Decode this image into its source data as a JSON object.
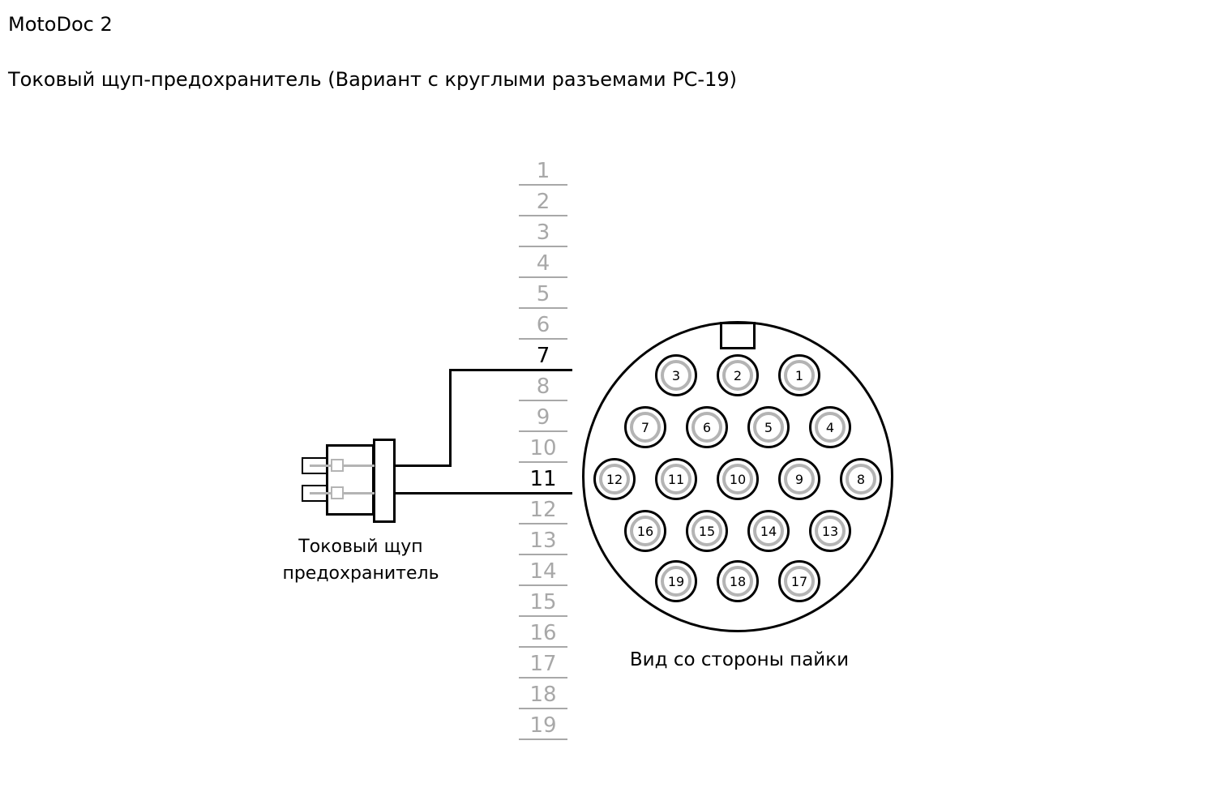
{
  "page": {
    "title": "MotoDoc 2",
    "subtitle": "Токовый щуп-предохранитель  (Вариант с круглыми разъемами РС-19)"
  },
  "wire_list": {
    "rows": [
      {
        "num": "1",
        "active": false
      },
      {
        "num": "2",
        "active": false
      },
      {
        "num": "3",
        "active": false
      },
      {
        "num": "4",
        "active": false
      },
      {
        "num": "5",
        "active": false
      },
      {
        "num": "6",
        "active": false
      },
      {
        "num": "7",
        "active": true
      },
      {
        "num": "8",
        "active": false
      },
      {
        "num": "9",
        "active": false
      },
      {
        "num": "10",
        "active": false
      },
      {
        "num": "11",
        "active": true
      },
      {
        "num": "12",
        "active": false
      },
      {
        "num": "13",
        "active": false
      },
      {
        "num": "14",
        "active": false
      },
      {
        "num": "15",
        "active": false
      },
      {
        "num": "16",
        "active": false
      },
      {
        "num": "17",
        "active": false
      },
      {
        "num": "18",
        "active": false
      },
      {
        "num": "19",
        "active": false
      }
    ]
  },
  "probe": {
    "label_line1": "Токовый щуп",
    "label_line2": "предохранитель",
    "connected_contacts": [
      "7",
      "11"
    ]
  },
  "connector": {
    "caption": "Вид со стороны пайки",
    "pin_rows": [
      [
        "3",
        "2",
        "1"
      ],
      [
        "7",
        "6",
        "5",
        "4"
      ],
      [
        "12",
        "11",
        "10",
        "9",
        "8"
      ],
      [
        "16",
        "15",
        "14",
        "13"
      ],
      [
        "19",
        "18",
        "17"
      ]
    ]
  },
  "colors": {
    "inactive_gray": "#a8a8a8",
    "pin_ring_gray": "#b4b4b4",
    "wire_black": "#000000"
  }
}
